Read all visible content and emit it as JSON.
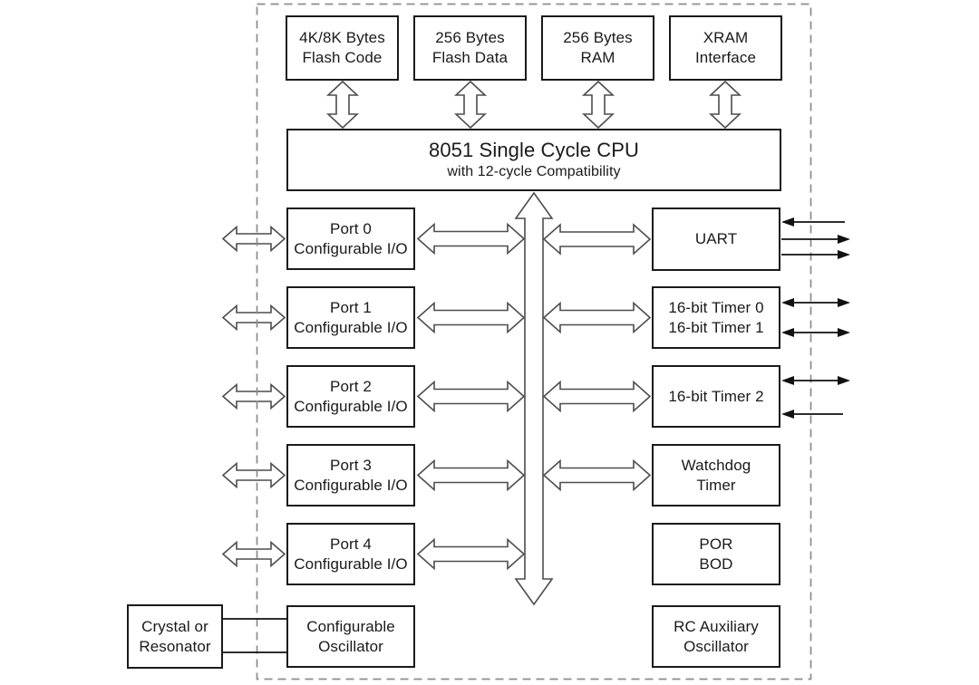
{
  "diagram": {
    "blocks": {
      "flash_code": {
        "line1": "4K/8K Bytes",
        "line2": "Flash Code"
      },
      "flash_data": {
        "line1": "256 Bytes",
        "line2": "Flash Data"
      },
      "ram": {
        "line1": "256 Bytes",
        "line2": "RAM"
      },
      "xram": {
        "line1": "XRAM",
        "line2": "Interface"
      },
      "cpu": {
        "title": "8051 Single Cycle CPU",
        "subtitle": "with 12-cycle Compatibility"
      },
      "port0": {
        "line1": "Port 0",
        "line2": "Configurable I/O"
      },
      "port1": {
        "line1": "Port 1",
        "line2": "Configurable I/O"
      },
      "port2": {
        "line1": "Port 2",
        "line2": "Configurable I/O"
      },
      "port3": {
        "line1": "Port 3",
        "line2": "Configurable I/O"
      },
      "port4": {
        "line1": "Port 4",
        "line2": "Configurable I/O"
      },
      "uart": {
        "line1": "UART"
      },
      "timer01": {
        "line1": "16-bit Timer 0",
        "line2": "16-bit Timer 1"
      },
      "timer2": {
        "line1": "16-bit Timer 2"
      },
      "watchdog": {
        "line1": "Watchdog",
        "line2": "Timer"
      },
      "por_bod": {
        "line1": "POR",
        "line2": "BOD"
      },
      "rc_aux_osc": {
        "line1": "RC Auxiliary",
        "line2": "Oscillator"
      },
      "crystal": {
        "line1": "Crystal or",
        "line2": "Resonator"
      },
      "config_osc": {
        "line1": "Configurable",
        "line2": "Oscillator"
      }
    },
    "colors": {
      "box_border": "#1a1a1a",
      "arrow_outline": "#4d4d4d",
      "thin_arrow": "#111111",
      "dashed_border": "#8c8c8c",
      "background": "#ffffff",
      "text": "#1a1a1a"
    }
  }
}
